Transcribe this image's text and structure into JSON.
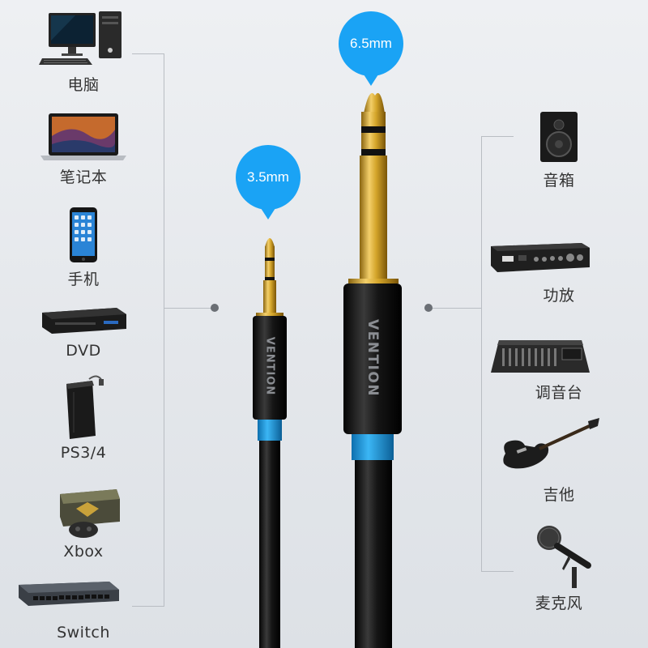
{
  "left_devices": [
    {
      "label": "电脑",
      "icon": "desktop-computer-icon"
    },
    {
      "label": "笔记本",
      "icon": "laptop-icon"
    },
    {
      "label": "手机",
      "icon": "smartphone-icon"
    },
    {
      "label": "DVD",
      "icon": "dvd-player-icon"
    },
    {
      "label": "PS3/4",
      "icon": "game-console-icon"
    },
    {
      "label": "Xbox",
      "icon": "xbox-console-icon"
    },
    {
      "label": "Switch",
      "icon": "network-switch-icon"
    }
  ],
  "right_devices": [
    {
      "label": "音箱",
      "icon": "speaker-icon"
    },
    {
      "label": "功放",
      "icon": "amplifier-icon"
    },
    {
      "label": "调音台",
      "icon": "mixing-console-icon"
    },
    {
      "label": "吉他",
      "icon": "electric-guitar-icon"
    },
    {
      "label": "麦克风",
      "icon": "microphone-icon"
    }
  ],
  "plugs": {
    "small": {
      "size_label": "3.5mm"
    },
    "large": {
      "size_label": "6.5mm"
    },
    "brand": "VENTION"
  },
  "colors": {
    "accent": "#1aa3f5",
    "gold": "#d4a52a",
    "cable": "#111111",
    "ring": "#1e9be0"
  }
}
